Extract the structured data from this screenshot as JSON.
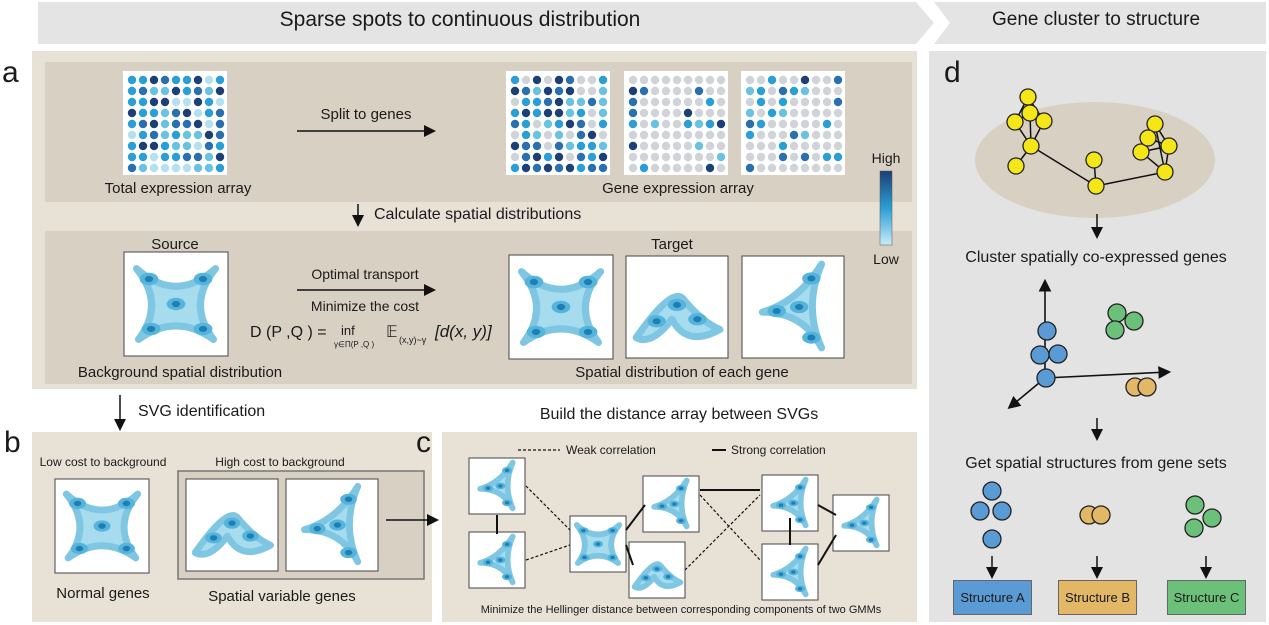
{
  "banners": {
    "left": "Sparse spots to continuous distribution",
    "right": "Gene cluster to structure"
  },
  "panels": {
    "a": {
      "letter": "a",
      "total_expression_label": "Total expression array",
      "split_label": "Split to genes",
      "gene_expression_label": "Gene expression array",
      "calculate_label": "Calculate spatial distributions",
      "source_label": "Source",
      "target_label": "Target",
      "ot_label": "Optimal transport",
      "minimize_label": "Minimize the cost",
      "background_label": "Background spatial distribution",
      "each_gene_label": "Spatial distribution of each gene",
      "colorbar_high": "High",
      "colorbar_low": "Low",
      "formula": {
        "lhs": "D (P ,Q ) =",
        "inf": "inf",
        "inf_sub": "γ∈Π(P ,Q )",
        "expect": "𝔼",
        "expect_sub": "(x,y)~γ",
        "bracket": "[d(x, y)]"
      }
    },
    "svg_identification": "SVG identification",
    "distance_array": "Build the distance array between SVGs",
    "b": {
      "letter": "b",
      "low_cost": "Low cost to background",
      "high_cost": "High cost to background",
      "normal_genes": "Normal genes",
      "spatial_variable": "Spatial variable genes"
    },
    "c": {
      "letter": "c",
      "weak": "Weak correlation",
      "strong": "Strong correlation",
      "minimize_hellinger": "Minimize the Hellinger distance between corresponding components of two GMMs"
    },
    "d": {
      "letter": "d",
      "cluster_label": "Cluster spatially co-expressed genes",
      "get_label": "Get spatial structures from gene sets",
      "structures": [
        {
          "label": "Structure A",
          "color": "#5b9bd5"
        },
        {
          "label": "Structure B",
          "color": "#e2b866"
        },
        {
          "label": "Structure C",
          "color": "#6cc17a"
        }
      ]
    }
  },
  "colors": {
    "panel_bg": "#e8e1d6",
    "inner_bg": "#d9d0c4",
    "banner_bg": "#e4e4e4",
    "right_bg": "#e3e3e3",
    "dark_blue": "#1c3f75",
    "mid_blue": "#2a9ed6",
    "light_blue": "#9fd5ea",
    "node_yellow": "#f5e617",
    "node_blue": "#5b9bd5",
    "node_orange": "#e2b866",
    "node_green": "#6cc17a"
  }
}
